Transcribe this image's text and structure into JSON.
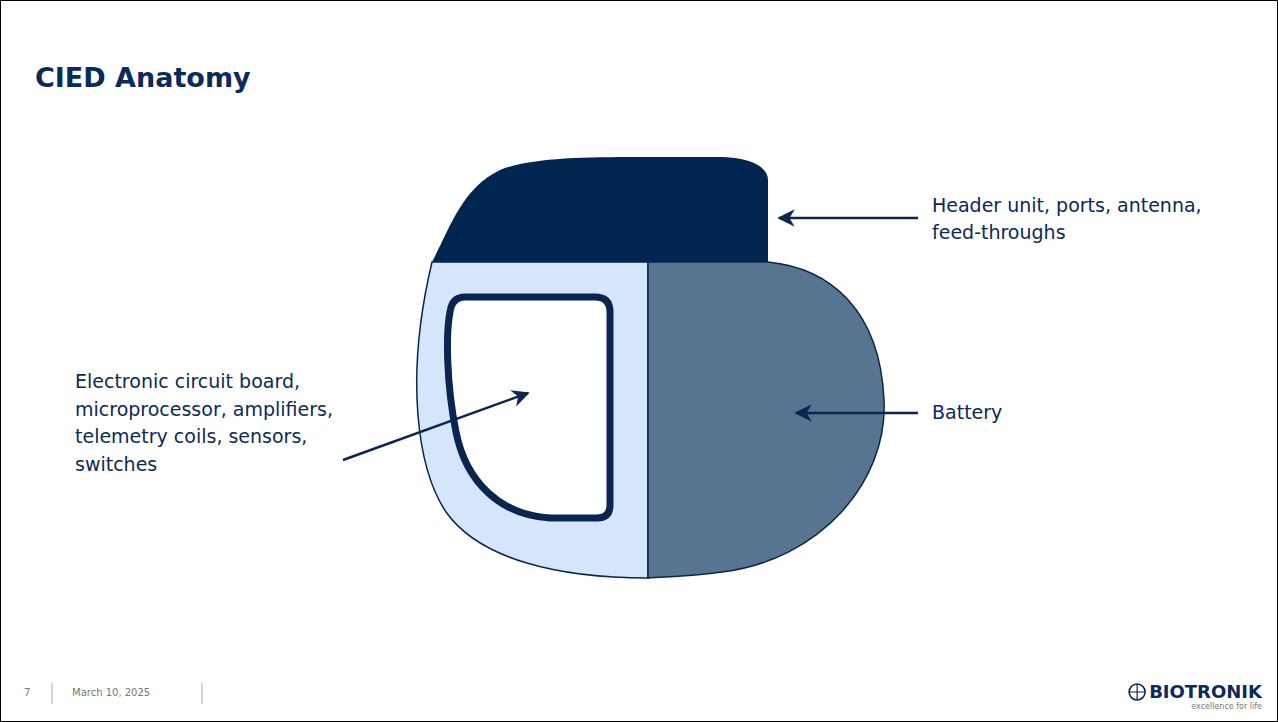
{
  "diagram": {
    "title": "CIED Anatomy",
    "labels": [
      "Header unit, ports, antenna, feed-throughs",
      "Electronic circuit board, microprocessor, amplifiers, telemetry coils, sensors, switches",
      "Battery",
      "7",
      "March 10, 2025",
      "BIOTRONIK",
      "excellence for life"
    ]
  }
}
